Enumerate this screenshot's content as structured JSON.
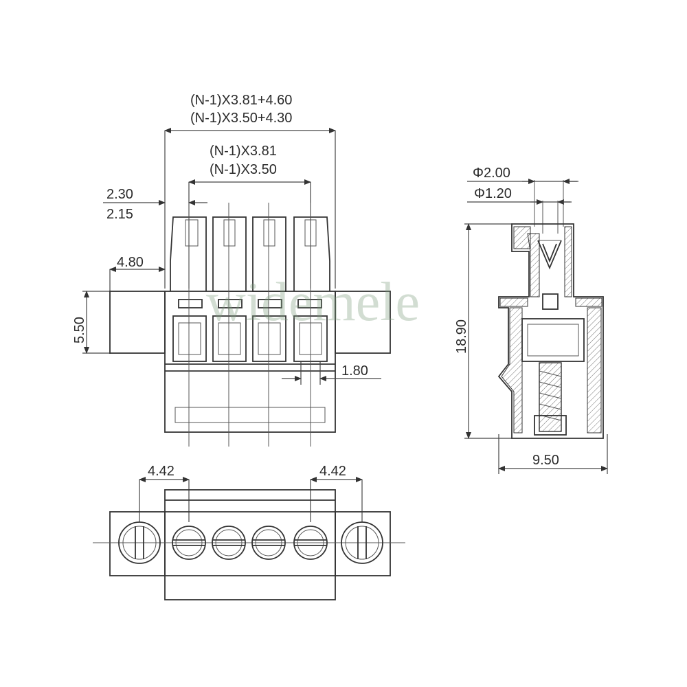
{
  "watermark": "widemele",
  "front_view": {
    "overall_width_a": "(N-1)X3.81+4.60",
    "overall_width_b": "(N-1)X3.50+4.30",
    "pitch_a": "(N-1)X3.81",
    "pitch_b": "(N-1)X3.50",
    "edge_offset_a": "2.30",
    "edge_offset_b": "2.15",
    "flange_width": "4.80",
    "flange_height": "5.50",
    "opening_width": "1.80"
  },
  "side_view": {
    "outer_diameter": "Φ2.00",
    "inner_diameter": "Φ1.20",
    "height": "18.90",
    "depth": "9.50"
  },
  "bottom_view": {
    "left_offset": "4.42",
    "right_offset": "4.42"
  },
  "colors": {
    "line": "#333333",
    "watermark": "#7f9f7f"
  }
}
